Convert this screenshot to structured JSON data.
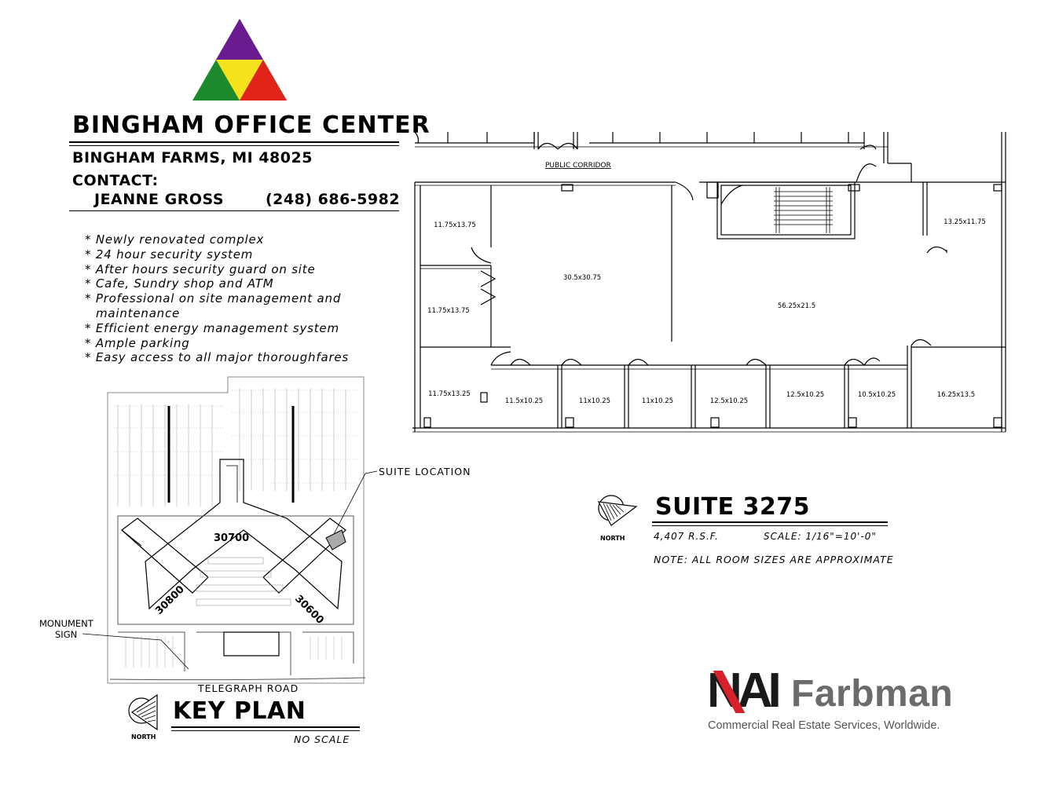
{
  "building": {
    "name": "BINGHAM OFFICE CENTER",
    "address": "BINGHAM FARMS, MI 48025",
    "contact_label": "CONTACT:",
    "contact_name": "JEANNE GROSS",
    "contact_phone": "(248) 686-5982"
  },
  "features": [
    "Newly renovated complex",
    "24 hour security system",
    "After hours security guard on site",
    "Cafe, Sundry shop and ATM",
    "Professional on site management and maintenance",
    "Efficient energy management system",
    "Ample parking",
    "Easy access to all major thoroughfares"
  ],
  "floor_plan": {
    "corridor_label": "PUBLIC CORRIDOR",
    "rooms": [
      "11.75x13.75",
      "11.75x13.75",
      "11.75x13.25",
      "30.5x30.75",
      "56.25x21.5",
      "13.25x11.75",
      "11.5x10.25",
      "11x10.25",
      "11x10.25",
      "12.5x10.25",
      "12.5x10.25",
      "10.5x10.25",
      "16.25x13.5"
    ]
  },
  "suite": {
    "title": "SUITE 3275",
    "area": "4,407 R.S.F.",
    "scale": "SCALE: 1/16\"=10'-0\"",
    "note": "NOTE: ALL ROOM SIZES ARE APPROXIMATE",
    "north_label": "NORTH"
  },
  "key_plan": {
    "suite_location_label": "SUITE LOCATION",
    "monument_label_1": "MONUMENT",
    "monument_label_2": "SIGN",
    "building_30700": "30700",
    "building_30800": "30800",
    "building_30600": "30600",
    "road_label": "TELEGRAPH ROAD",
    "title": "KEY PLAN",
    "scale_note": "NO SCALE",
    "north_label": "NORTH"
  },
  "logo": {
    "brand_nai": "NAI",
    "brand_farbman": "Farbman",
    "tagline": "Commercial Real Estate Services, Worldwide.",
    "colors": {
      "purple": "#6a1b8f",
      "yellow": "#f4e21c",
      "green": "#1e8a2e",
      "red": "#e2231a",
      "nai_red": "#d7202a",
      "nai_black": "#1a1a1a",
      "farbman_gray": "#6b6b6b"
    }
  }
}
